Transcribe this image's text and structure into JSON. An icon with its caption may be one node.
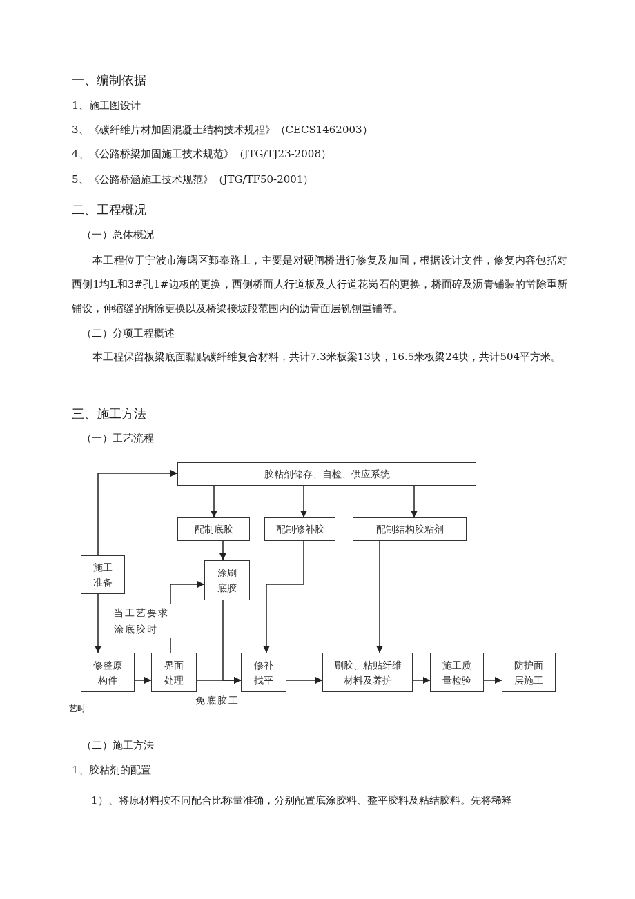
{
  "diagram": {
    "nodes": [
      {
        "text": [
          "胶粘剂储存、自检、供应系统"
        ]
      },
      {
        "text": [
          "配制底胶"
        ]
      },
      {
        "text": [
          "配制修补胶"
        ]
      },
      {
        "text": [
          "配制结构胶粘剂"
        ]
      },
      {
        "text": [
          "施工准备"
        ]
      },
      {
        "text": [
          "涂刷底胶"
        ]
      },
      {
        "text": [
          "修整原构件"
        ]
      },
      {
        "text": [
          "界面处理"
        ]
      },
      {
        "text": [
          "修补找平"
        ]
      },
      {
        "text": [
          "刷胶、粘贴纤维材料及养护"
        ]
      },
      {
        "text": [
          "施工质量检验"
        ]
      },
      {
        "text": [
          "防护面层施工"
        ]
      }
    ],
    "edges": [
      {
        "from": 4,
        "to": 0,
        "arrow": "to"
      },
      {
        "from": 0,
        "to": 1,
        "arrow": "to"
      },
      {
        "from": 0,
        "to": 2,
        "arrow": "to"
      },
      {
        "from": 0,
        "to": 3,
        "arrow": "to"
      },
      {
        "from": 1,
        "to": 5,
        "arrow": "to"
      },
      {
        "from": 4,
        "to": 6,
        "arrow": "to"
      },
      {
        "from": 7,
        "to": 5,
        "arrow": "to",
        "label": "当工艺要求涂底胶时"
      },
      {
        "from": 6,
        "to": 7,
        "arrow": "to"
      },
      {
        "from": 7,
        "to": 8,
        "arrow": "to",
        "label": "免底胶工"
      },
      {
        "from": 5,
        "to": 8,
        "arrow": "to"
      },
      {
        "from": 2,
        "to": 8,
        "arrow": "to"
      },
      {
        "from": 3,
        "to": 9,
        "arrow": "to"
      },
      {
        "from": 8,
        "to": 9,
        "arrow": "to"
      },
      {
        "from": 9,
        "to": 10,
        "arrow": "to"
      },
      {
        "from": 10,
        "to": 11,
        "arrow": "to"
      }
    ],
    "labels": [
      "一、编制依据",
      "1、施工图设计",
      "3、《碳纤维片材加固混凝土结构技术规程》（CECS1462003）",
      "4、《公路桥梁加固施工技术规范》（JTG/TJ23-2008）",
      "5、《公路桥涵施工技术规范》（JTG/TF50-2001）",
      "二、工程概况",
      "（一）总体概况",
      "本工程位于宁波市海曙区鄞奉路上，主要是对硬闸桥进行修复及加固，根据设计文件，修复内容包括对西侧1均L和3#孔1#边板的更换，西侧桥面人行道板及人行道花岗石的更换，桥面碎及沥青铺装的凿除重新铺设，伸缩缝的拆除更换以及桥梁接坡段范围内的沥青面层铣刨重铺等。",
      "（二）分项工程概述",
      "本工程保留板梁底面黏贴碳纤维复合材料，共计7.3米板梁13块，16.5米板梁24块，共计504平方米。",
      "三、施工方法",
      "（一）工艺流程",
      "艺时",
      "（二）施工方法",
      "1、胶粘剂的配置",
      "1）、将原材料按不同配合比称量准确，分别配置底涂胶料、整平胶料及粘结胶料。先将稀释"
    ]
  }
}
